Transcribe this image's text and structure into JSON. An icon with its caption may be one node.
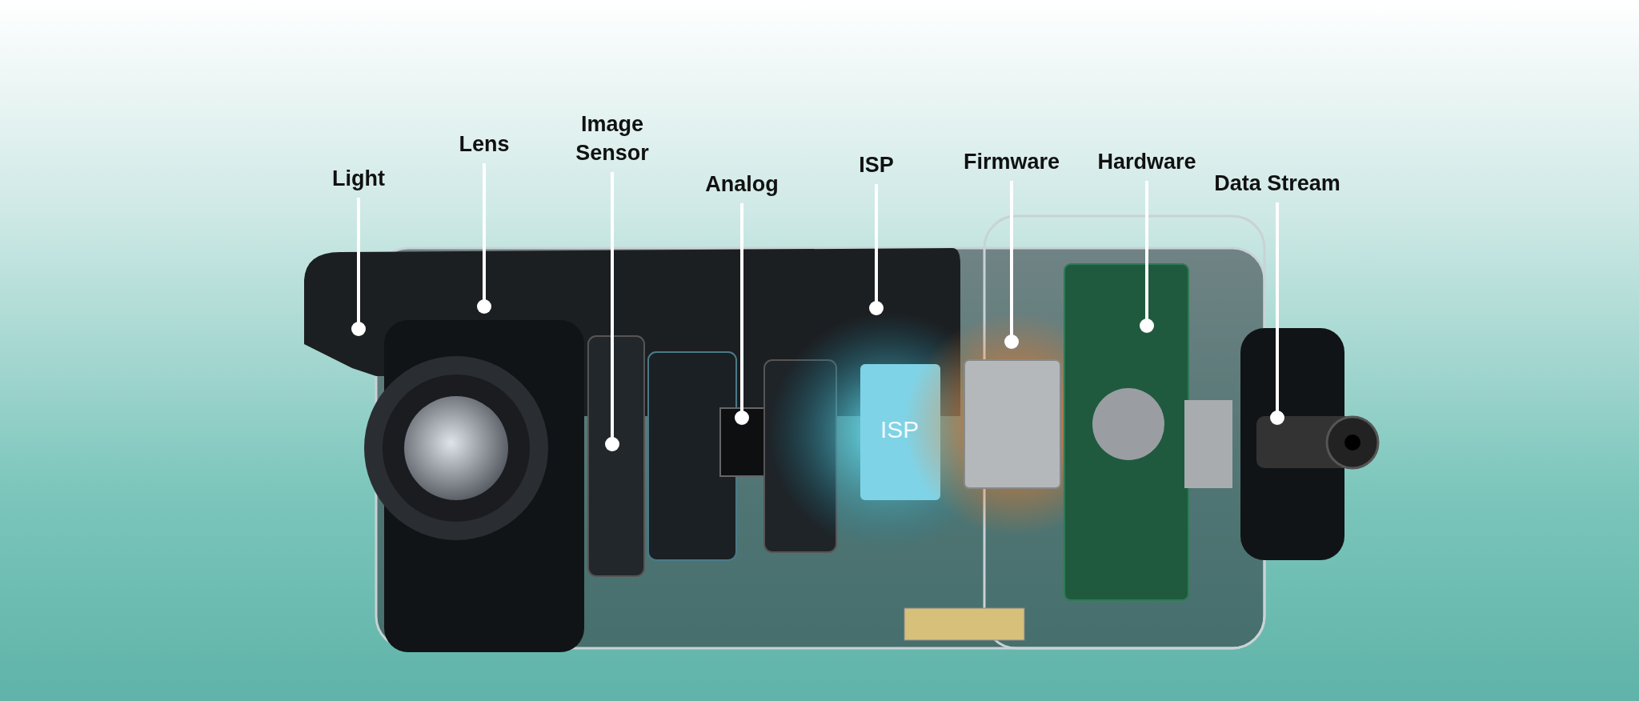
{
  "diagram": {
    "nodes": [
      {
        "text": [
          "Light"
        ]
      },
      {
        "text": [
          "Lens"
        ]
      },
      {
        "text": [
          "Image Sensor"
        ]
      },
      {
        "text": [
          "Analog"
        ]
      },
      {
        "text": [
          "ISP"
        ]
      },
      {
        "text": [
          "Firmware"
        ]
      },
      {
        "text": [
          "Hardware"
        ]
      },
      {
        "text": [
          "Data Stream"
        ]
      }
    ],
    "edges": [
      {
        "from": 0,
        "to": null,
        "arrow": "other"
      },
      {
        "from": 1,
        "to": null,
        "arrow": "other"
      },
      {
        "from": 2,
        "to": null,
        "arrow": "other"
      },
      {
        "from": 3,
        "to": null,
        "arrow": "other"
      },
      {
        "from": 4,
        "to": null,
        "arrow": "other"
      },
      {
        "from": 5,
        "to": null,
        "arrow": "other"
      },
      {
        "from": 6,
        "to": null,
        "arrow": "other"
      },
      {
        "from": 7,
        "to": null,
        "arrow": "other"
      }
    ],
    "labels": [
      "ISP"
    ]
  }
}
